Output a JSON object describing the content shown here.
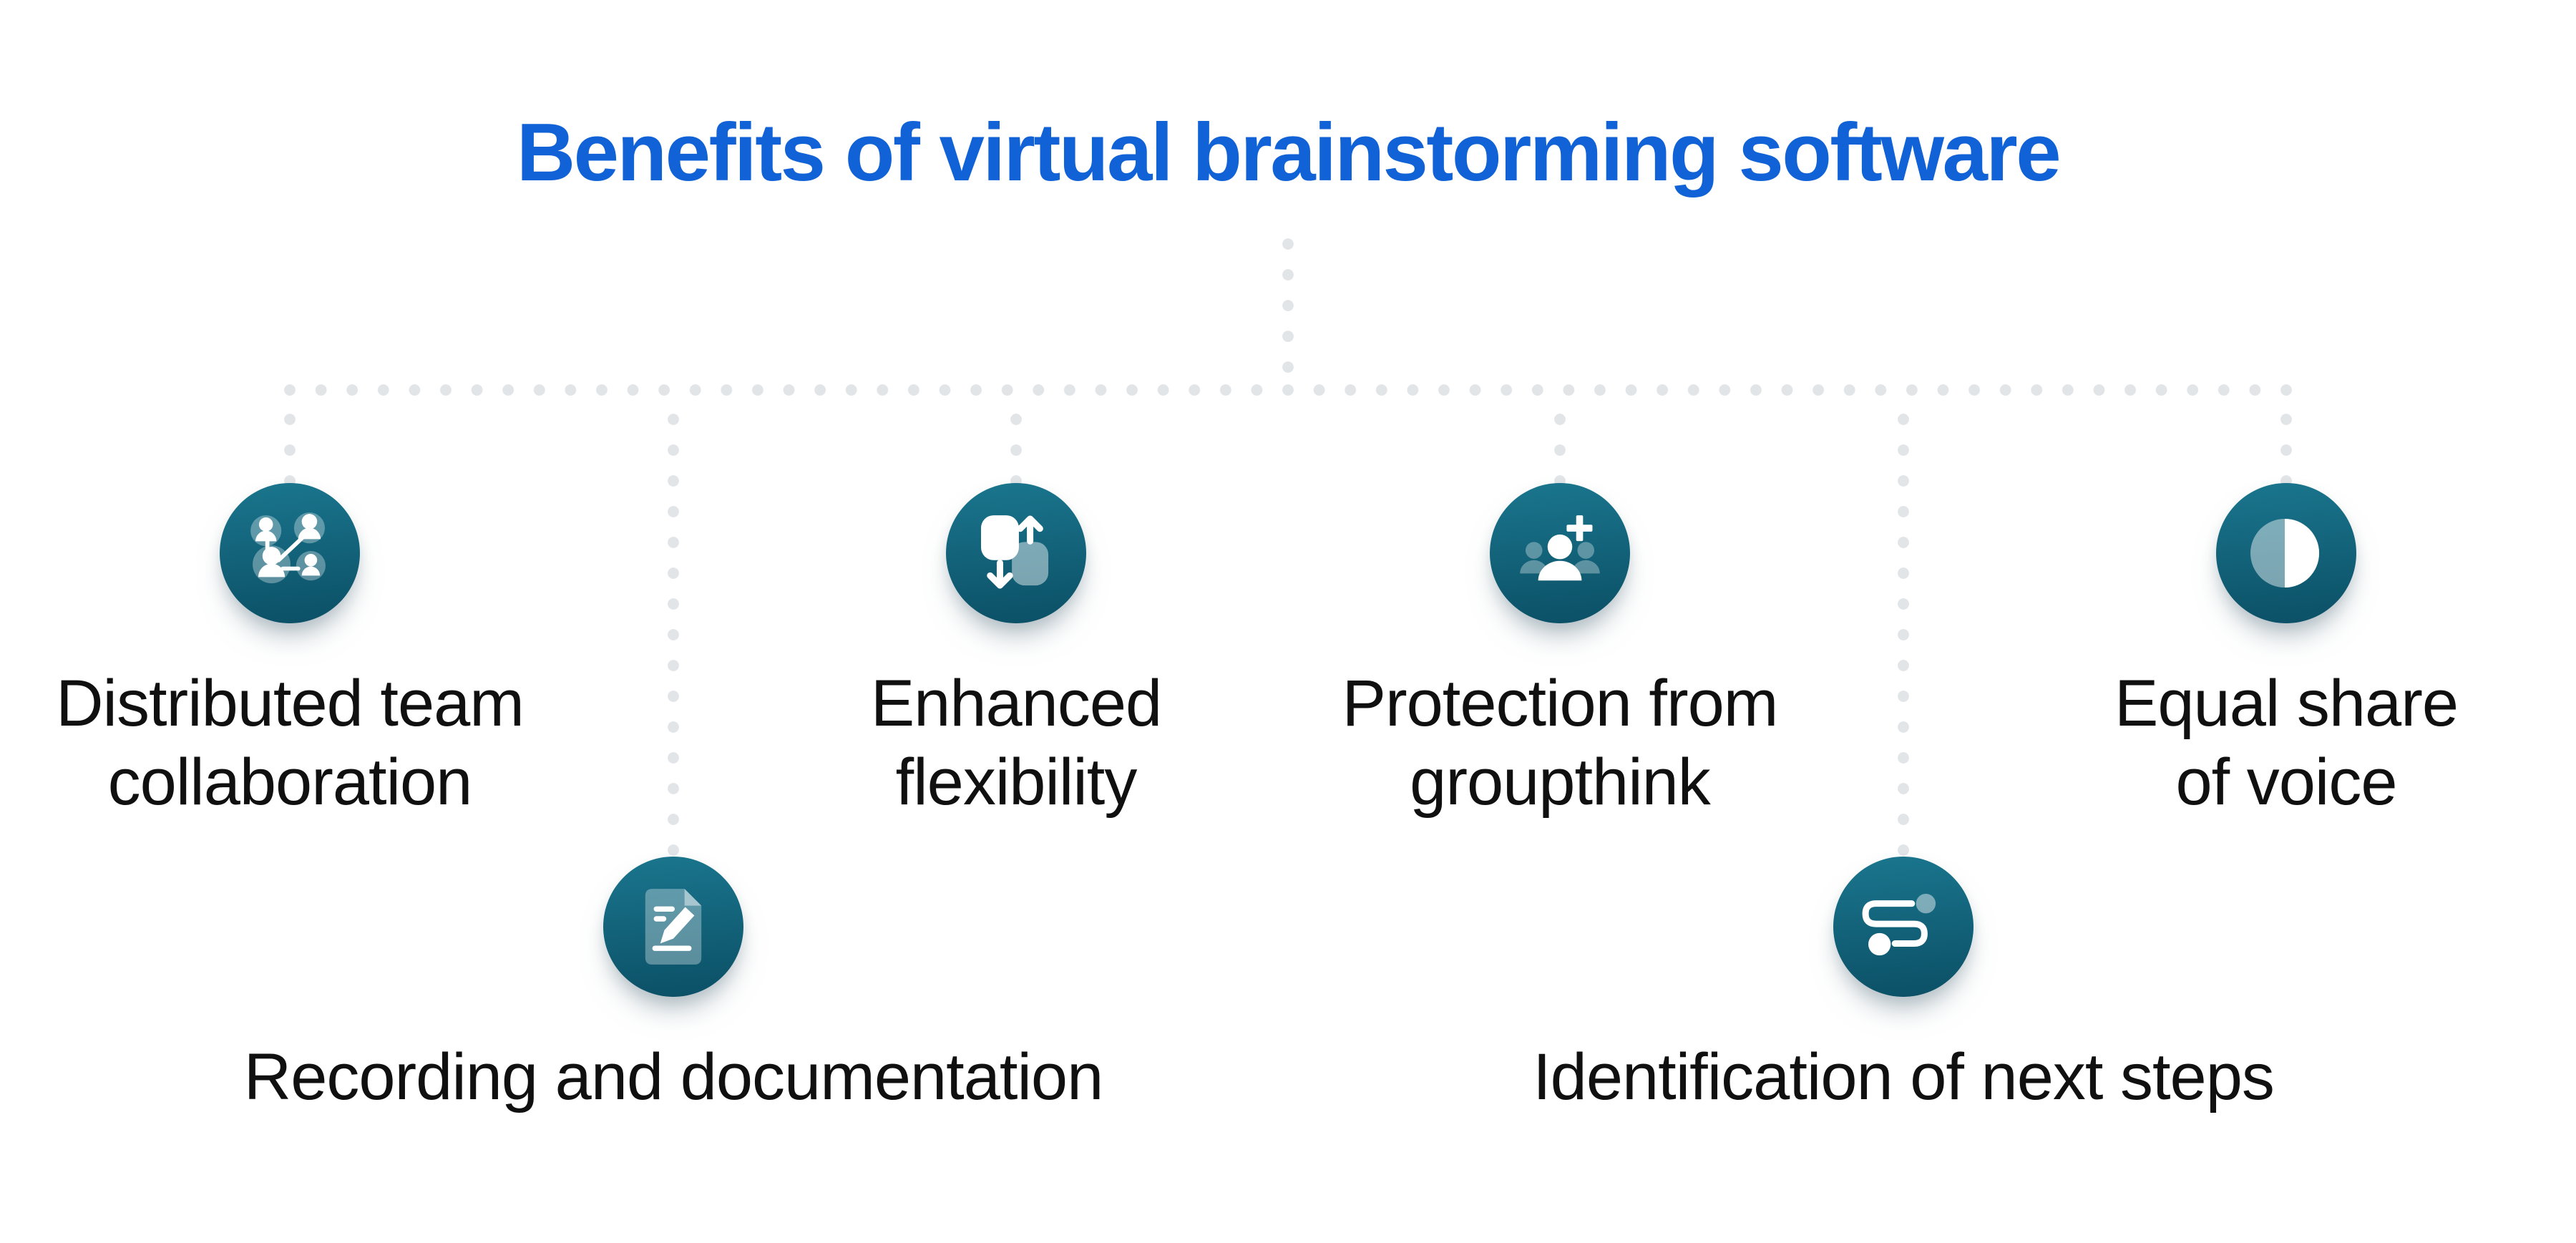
{
  "title": {
    "text": "Benefits of virtual brainstorming software"
  },
  "items": [
    {
      "id": "distributed-team-collaboration",
      "label": "Distributed team\ncollaboration",
      "icon": "people-network-icon",
      "row": 1
    },
    {
      "id": "recording-and-documentation",
      "label": "Recording and documentation",
      "icon": "document-pencil-icon",
      "row": 2
    },
    {
      "id": "enhanced-flexibility",
      "label": "Enhanced\nflexibility",
      "icon": "resize-arrows-icon",
      "row": 1
    },
    {
      "id": "protection-from-groupthink",
      "label": "Protection from\ngroupthink",
      "icon": "add-person-group-icon",
      "row": 1
    },
    {
      "id": "identification-of-next-steps",
      "label": "Identification of next steps",
      "icon": "winding-path-icon",
      "row": 2
    },
    {
      "id": "equal-share-of-voice",
      "label": "Equal share\nof voice",
      "icon": "half-circle-contrast-icon",
      "row": 1
    }
  ],
  "colors": {
    "accent-blue": "#1062d6",
    "teal-top": "#1a768e",
    "teal-bottom": "#0b4f65",
    "dot": "#e2e5e8",
    "text": "#101010"
  }
}
